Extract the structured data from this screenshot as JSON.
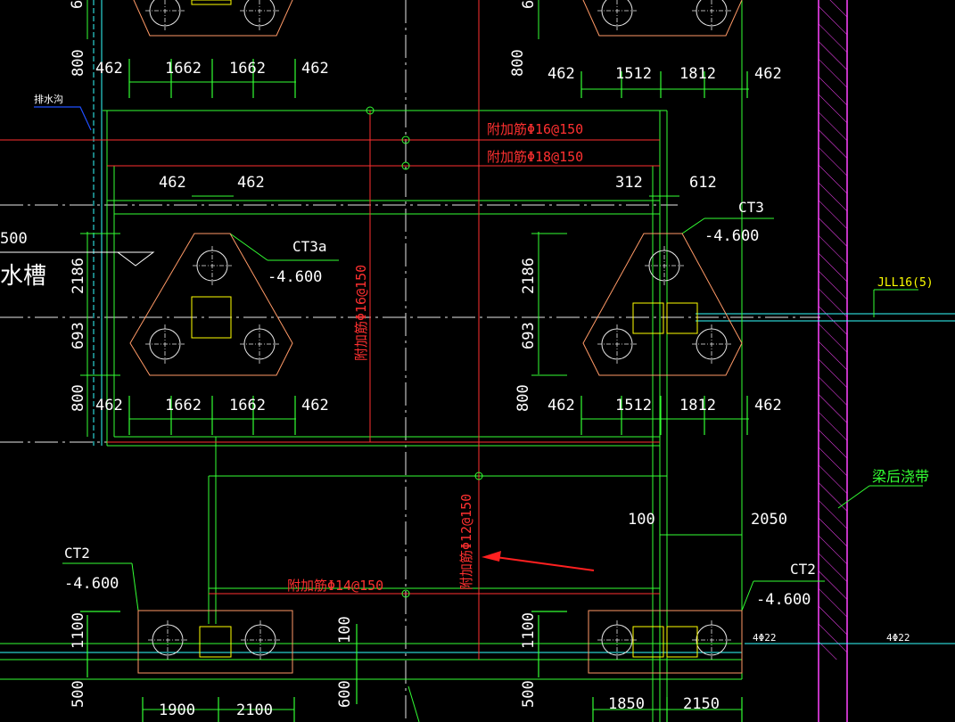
{
  "colors": {
    "background": "#000000",
    "dimension_line": "#33ff33",
    "pile_outline": "#ff9966",
    "column": "#ffff00",
    "rebar_note": "#ff3030",
    "axis": "#ffffff",
    "beam": "#33ffff",
    "hatch": "#ff44ff",
    "leader": "#1f4fff"
  },
  "icons": [
    "pile-circle-symbol",
    "column-square-symbol",
    "section-triangle-symbol",
    "arrow-pointer-symbol",
    "hatch-pattern-symbol"
  ],
  "labels": {
    "drain_ditch": "排水沟",
    "water_tank": "水槽",
    "post_pour_strip": "梁后浇带",
    "ct3a": "CT3a",
    "ct3a_elev": "-4.600",
    "ct3": "CT3",
    "ct3_elev": "-4.600",
    "ct2_left": "CT2",
    "ct2_left_elev": "-4.600",
    "ct2_right": "CT2",
    "ct2_right_elev": "-4.600",
    "jll16": "JLL16(5)",
    "rebar_a": "4Φ22",
    "rebar_b": "4Φ22",
    "partial_500": "500"
  },
  "rebar_notes": {
    "n1": "附加筋Φ16@150",
    "n2": "附加筋Φ18@150",
    "n3": "附加筋Φ16@150",
    "n4": "附加筋Φ12@150",
    "n5": "附加筋Φ14@150"
  },
  "dims": {
    "top_left": [
      "462",
      "1662",
      "1662",
      "462"
    ],
    "top_right": [
      "462",
      "1512",
      "1812",
      "462"
    ],
    "mid_left": [
      "462",
      "462"
    ],
    "mid_right": [
      "312",
      "612"
    ],
    "low_left": [
      "462",
      "1662",
      "1662",
      "462"
    ],
    "low_right": [
      "462",
      "1512",
      "1812",
      "462"
    ],
    "vert_left": [
      "800",
      "2186",
      "693",
      "800"
    ],
    "vert_right": [
      "800",
      "2186",
      "693",
      "800"
    ],
    "mid_100": "100",
    "mid_2050": "2050",
    "ct2_left_v": "1100",
    "ct2_left_v2": "100",
    "ct2_right_v": "1100",
    "bottom_left": [
      "1900",
      "2100"
    ],
    "bottom_right": [
      "1850",
      "2150"
    ],
    "bottom_v": [
      "500",
      "600",
      "500"
    ],
    "top_partial": [
      "6",
      "6"
    ]
  }
}
